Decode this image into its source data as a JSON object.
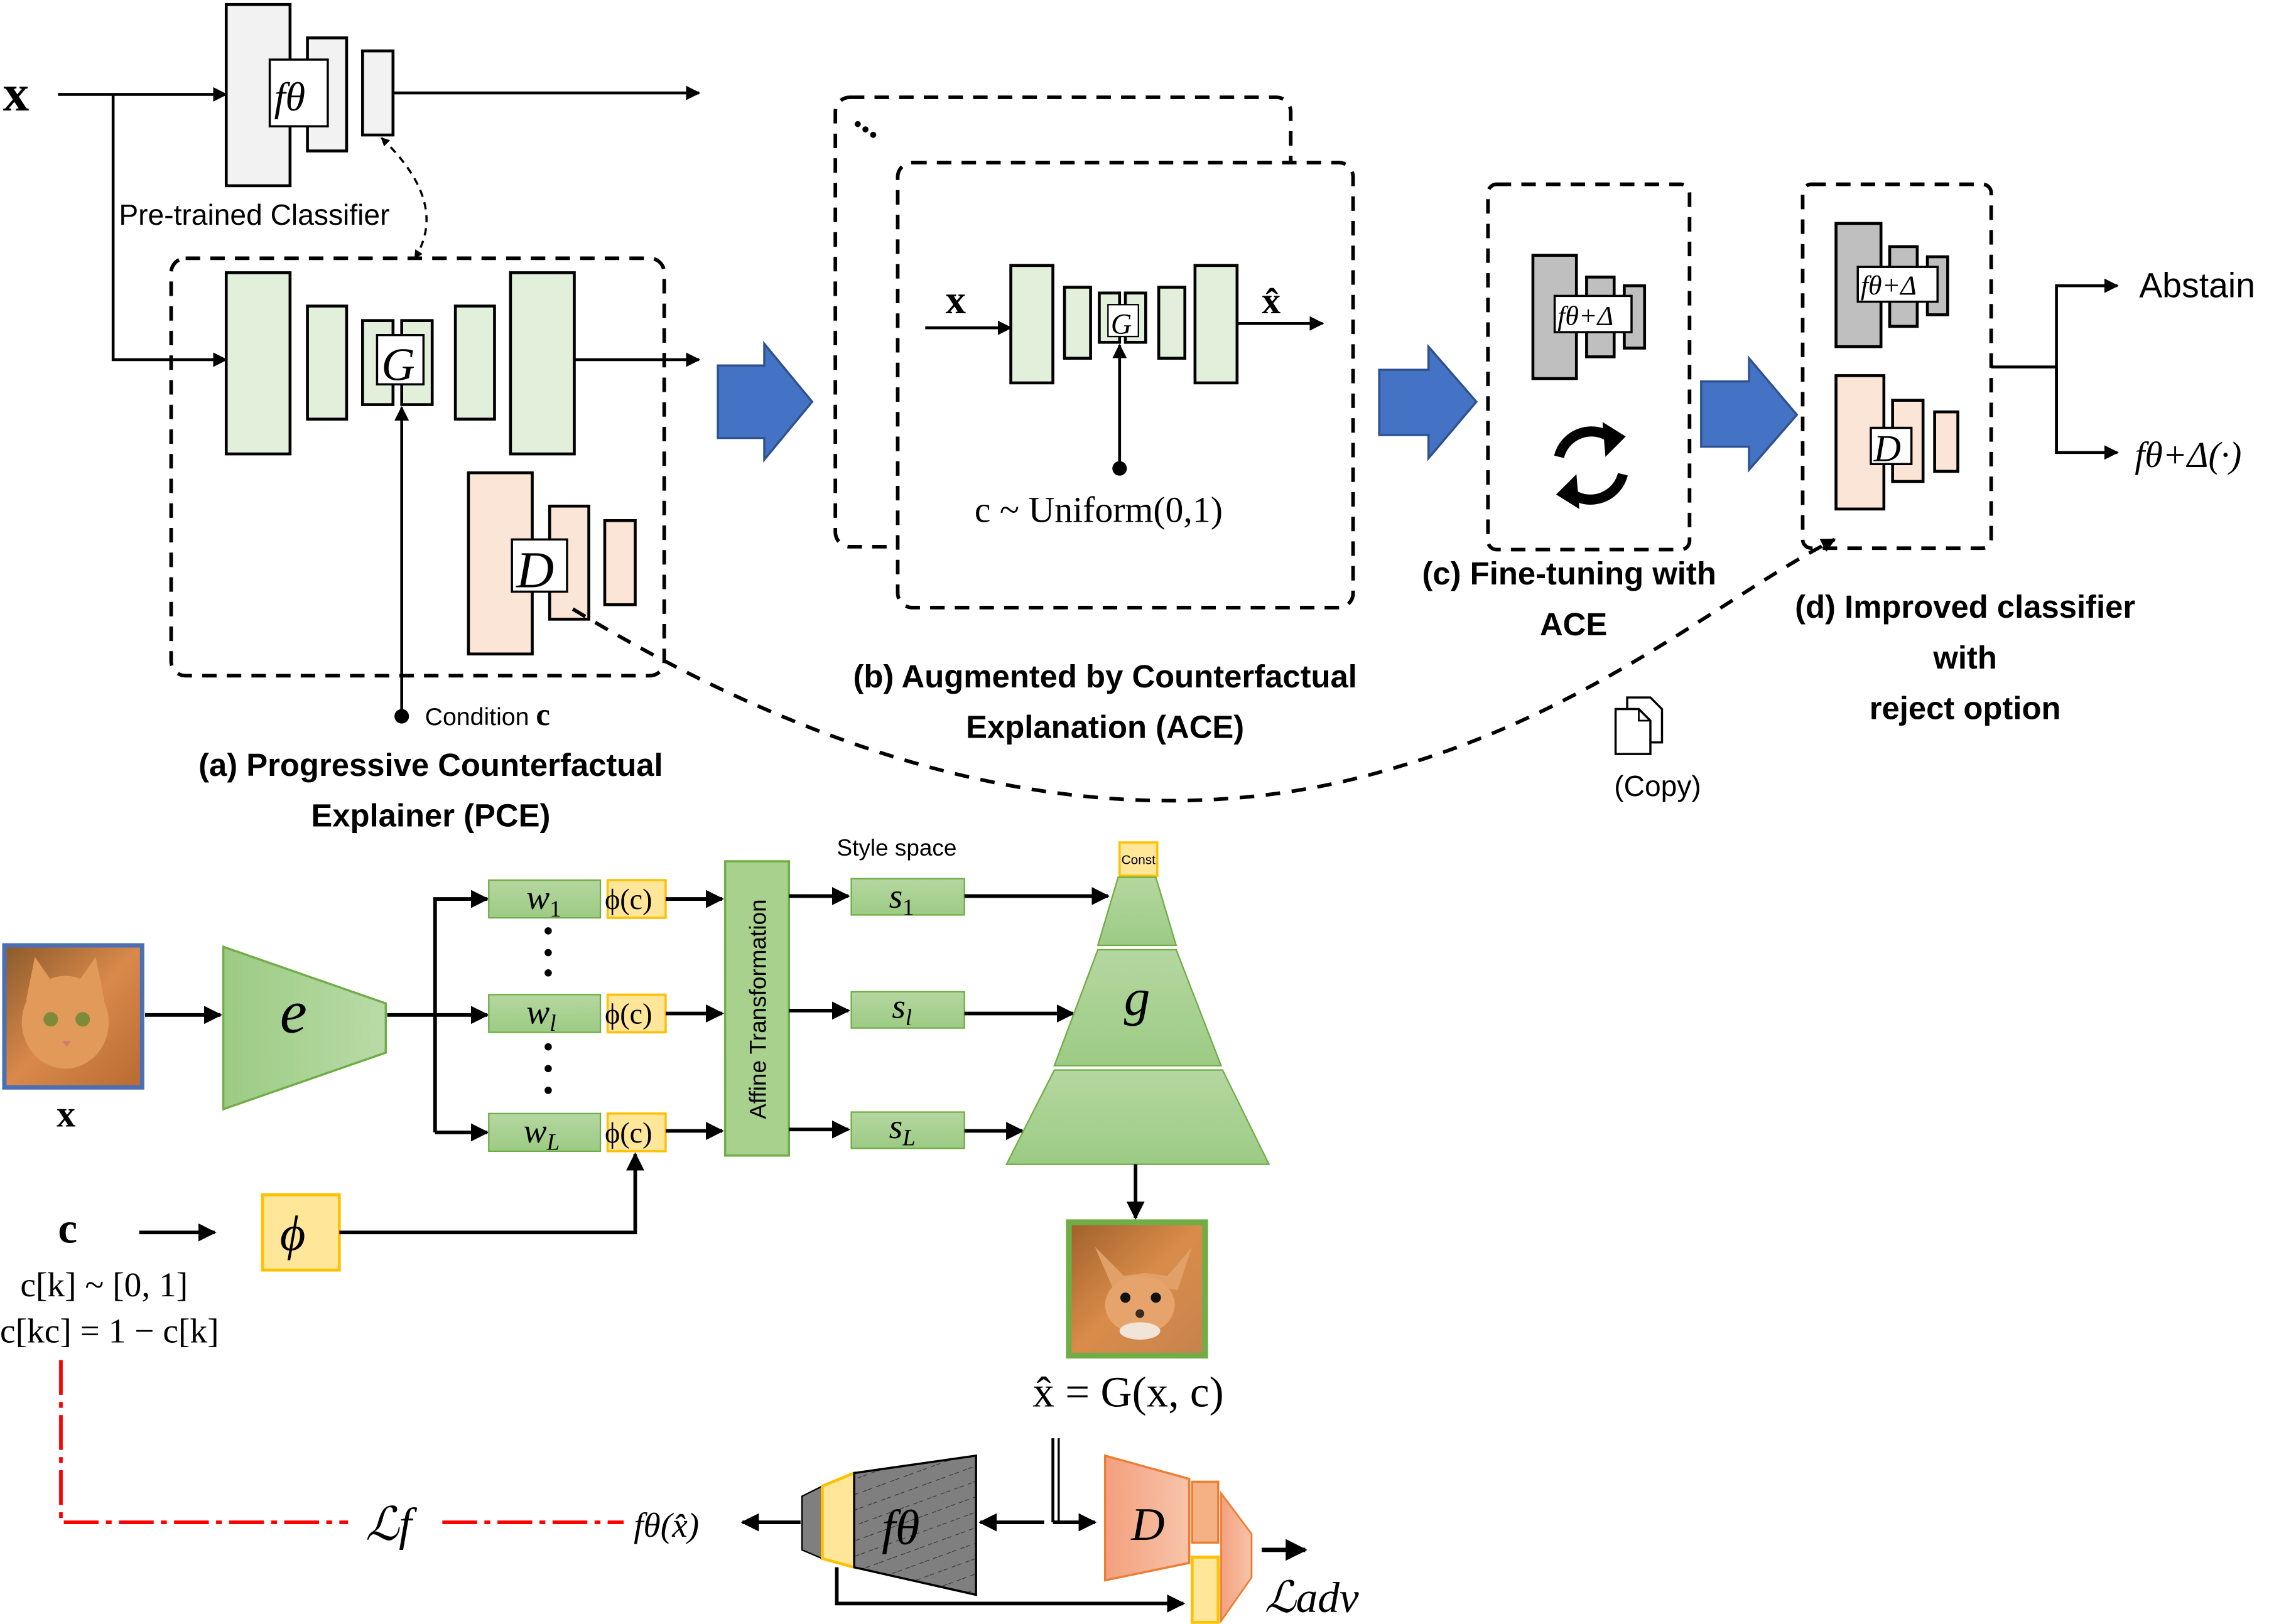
{
  "colors": {
    "green_block": "#e2efda",
    "green_dark": "#a9d18e",
    "green_stroke": "#70ad47",
    "peach_block": "#fbe5d6",
    "gray_block": "#f2f2f2",
    "gray_dark": "#bfbfbf",
    "blue_arrow": "#4472c4",
    "yellow": "#ffe699",
    "yellow_stroke": "#ffc000",
    "orange": "#f4b183",
    "red_dash": "#ff0000"
  },
  "panel_a": {
    "input_label": "x",
    "classifier_symbol": "fθ",
    "classifier_caption": "Pre-trained Classifier",
    "generator_symbol": "G",
    "discriminator_symbol": "D",
    "condition_label": "Condition",
    "condition_symbol": "c",
    "caption_line1": "(a) Progressive Counterfactual",
    "caption_line2": "Explainer  (PCE)"
  },
  "panel_b": {
    "stack_dots": "...",
    "input_label": "x",
    "output_label": "x̂",
    "generator_symbol": "G",
    "condition_expr": "c ~ Uniform(0,1)",
    "caption_line1": "(b) Augmented by Counterfactual",
    "caption_line2": "Explanation (ACE)"
  },
  "panel_c": {
    "model_symbol": "fθ+Δ",
    "refresh_icon": "refresh-icon",
    "caption_line1": "(c) Fine-tuning with",
    "caption_line2": "ACE",
    "copy_icon": "copy-icon",
    "copy_label": "(Copy)"
  },
  "panel_d": {
    "model_symbol": "fθ+Δ",
    "discriminator_symbol": "D",
    "output_abstain": "Abstain",
    "output_predict": "fθ+Δ(·)",
    "caption_line1": "(d) Improved classifier",
    "caption_line2": "with",
    "caption_line3": "reject option"
  },
  "bottom": {
    "input_label": "x",
    "encoder_symbol": "e",
    "latents": [
      {
        "w": "w",
        "sub": "1",
        "phi": "ϕ(c)"
      },
      {
        "w": "w",
        "sub": "l",
        "phi": "ϕ(c)"
      },
      {
        "w": "w",
        "sub": "L",
        "phi": "ϕ(c)"
      }
    ],
    "affine_label": "Affine Transformation",
    "style_space_label": "Style space",
    "styles": [
      {
        "s": "s",
        "sub": "1"
      },
      {
        "s": "s",
        "sub": "l"
      },
      {
        "s": "s",
        "sub": "L"
      }
    ],
    "const_label": "Const",
    "generator_symbol": "g",
    "condition_symbol": "c",
    "phi_symbol": "ϕ",
    "cond_eq1": "c[k] ~ [0, 1]",
    "cond_eq2": "c[kc] = 1 − c[k]",
    "output_eq": "x̂ = G(x, c)",
    "loss_f": "ℒf",
    "classifier_output": "fθ(x̂)",
    "classifier_symbol": "fθ",
    "discriminator_symbol": "D",
    "loss_adv": "ℒadv"
  }
}
